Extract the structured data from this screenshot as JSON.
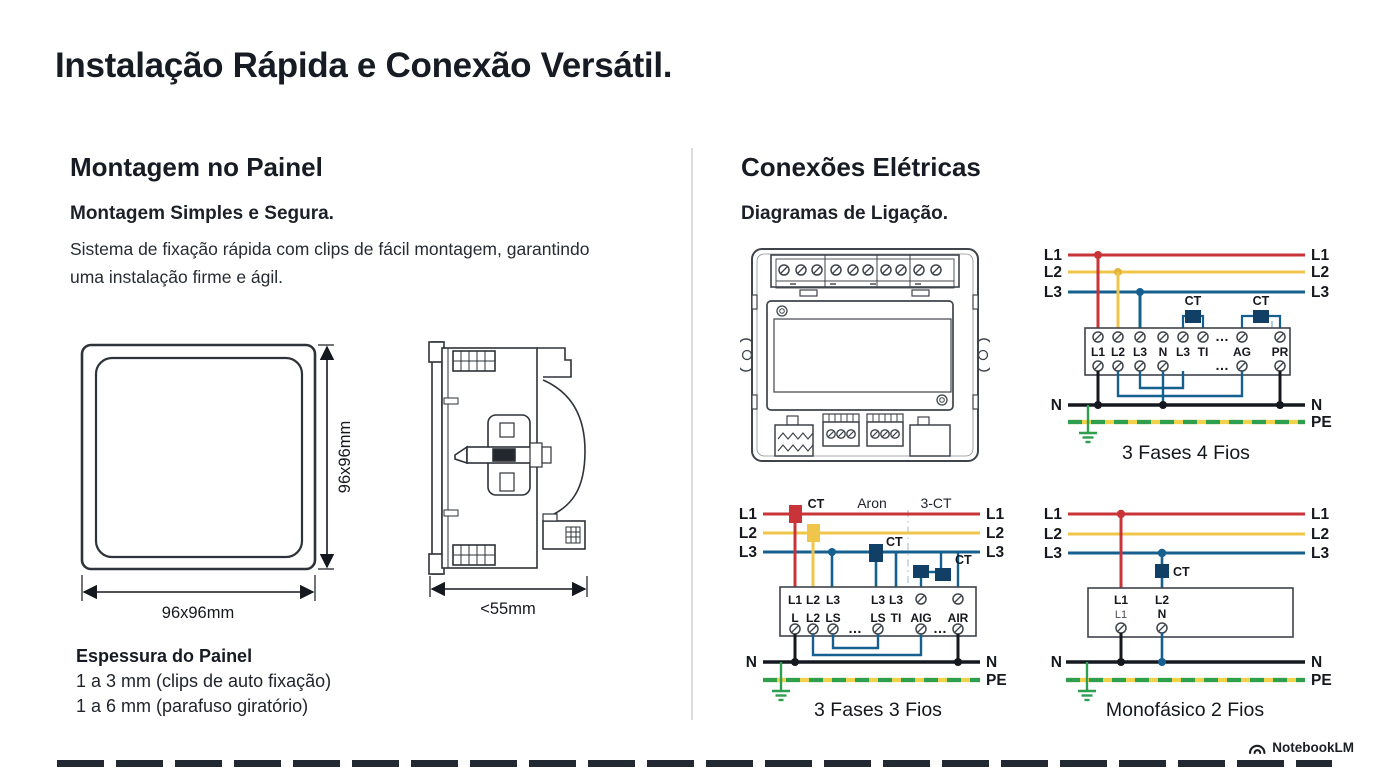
{
  "page": {
    "title": "Instalação Rápida e Conexão Versátil."
  },
  "left": {
    "heading": "Montagem no Painel",
    "subheading": "Montagem Simples e Segura.",
    "body": "Sistema de fixação rápida com clips de fácil montagem, garantindo uma instalação firme e ágil.",
    "front_view": {
      "width_label": "96x96mm",
      "height_label": "96x96mm"
    },
    "side_view": {
      "depth_label": "<55mm"
    },
    "panel_thickness": {
      "heading": "Espessura do Painel",
      "line1": "1 a 3 mm (clips de auto fixação)",
      "line2": "1 a 6 mm (parafuso giratório)"
    }
  },
  "right": {
    "heading": "Conexões Elétricas",
    "subheading": "Diagramas de Ligação.",
    "phase_labels": [
      "L1",
      "L2",
      "L3"
    ],
    "neutral_label": "N",
    "pe_label": "PE",
    "ct_label": "CT",
    "ellipsis": "…",
    "diagram_3f4f": {
      "caption": "3 Fases 4 Fios",
      "terminals": [
        "L1",
        "L2",
        "L3",
        "N",
        "L3",
        "TI",
        "AG",
        "PR"
      ]
    },
    "diagram_3f3f": {
      "caption": "3 Fases 3 Fios",
      "aron_label": "Aron",
      "three_ct_label": "3-CT",
      "terminals_row1": [
        "L1",
        "L2",
        "L3",
        "L3",
        "L3"
      ],
      "terminals_row2": [
        "L",
        "L2",
        "LS",
        "LS",
        "TI",
        "AIG",
        "AIR"
      ]
    },
    "diagram_mono": {
      "caption": "Monofásico 2 Fios",
      "terminals_row1": [
        "L1",
        "L2"
      ],
      "terminals_row2": [
        "L1",
        "N"
      ]
    }
  },
  "watermark": {
    "label": "NotebookLM"
  },
  "colors": {
    "l1_red": "#c93438",
    "l2_yellow": "#f0c64a",
    "l3_blue": "#15608f",
    "neutral_black": "#15181e",
    "pe_green": "#2e9e4f",
    "pe_yellow": "#f2d24b",
    "text_dark": "#181c25"
  }
}
